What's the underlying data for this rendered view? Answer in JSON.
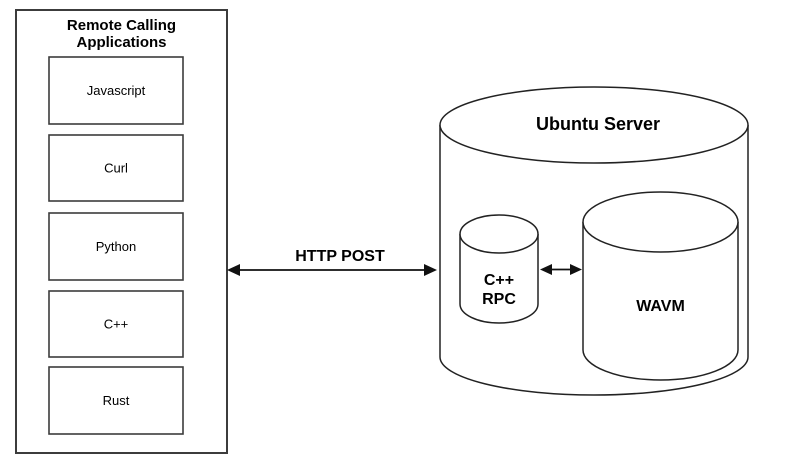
{
  "diagram": {
    "left_panel": {
      "title_line1": "Remote Calling",
      "title_line2": "Applications",
      "apps": [
        "Javascript",
        "Curl",
        "Python",
        "C++",
        "Rust"
      ]
    },
    "connection": {
      "label": "HTTP POST"
    },
    "server": {
      "title": "Ubuntu Server",
      "rpc": {
        "line1": "C++",
        "line2": "RPC"
      },
      "wavm_label": "WAVM"
    },
    "colors": {
      "stroke": "#222222",
      "text": "#000000",
      "background": "#ffffff"
    }
  }
}
